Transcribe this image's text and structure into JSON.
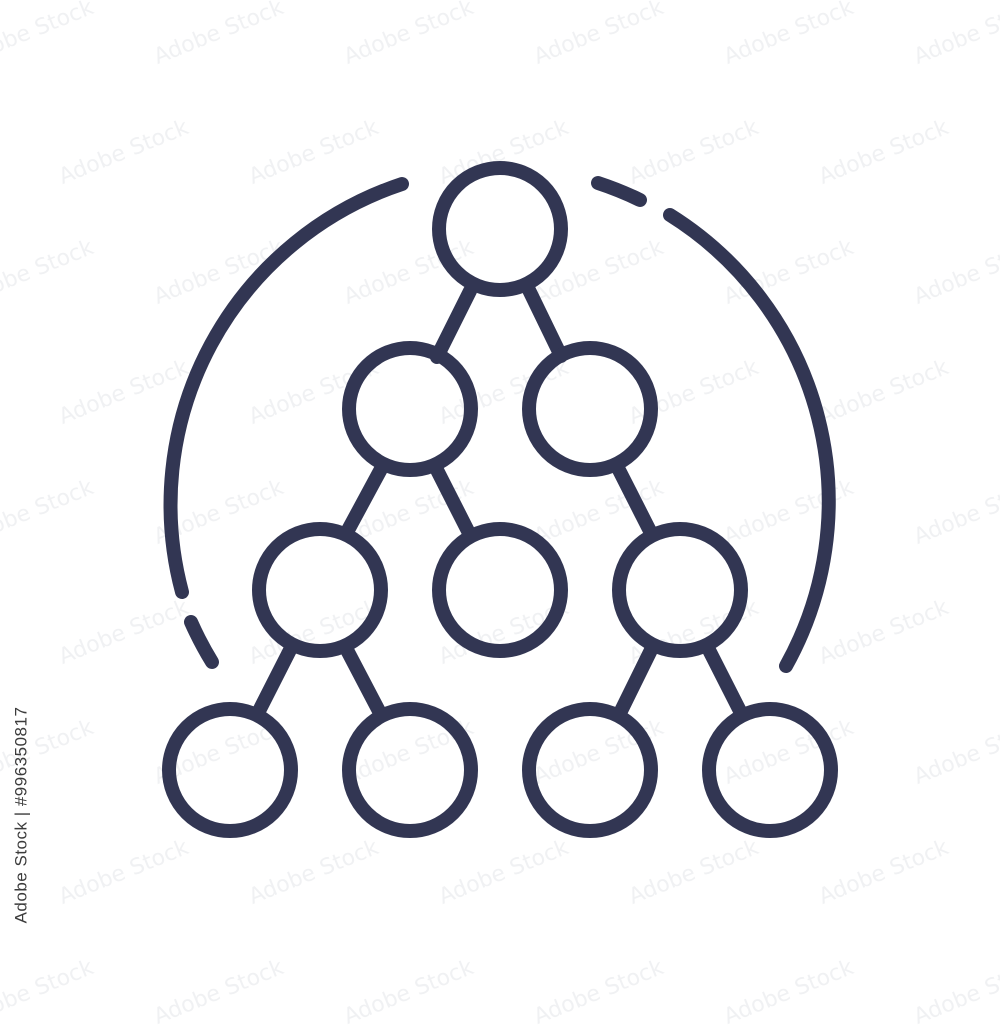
{
  "icon": {
    "name": "hierarchy-tree-icon",
    "stroke_color": "#323653",
    "background_color": "#ffffff",
    "node_count": 10
  },
  "watermark": {
    "text": "Adobe Stock",
    "color": "#aab0c0"
  },
  "stock_id": {
    "text": "Adobe Stock | #996350817"
  }
}
